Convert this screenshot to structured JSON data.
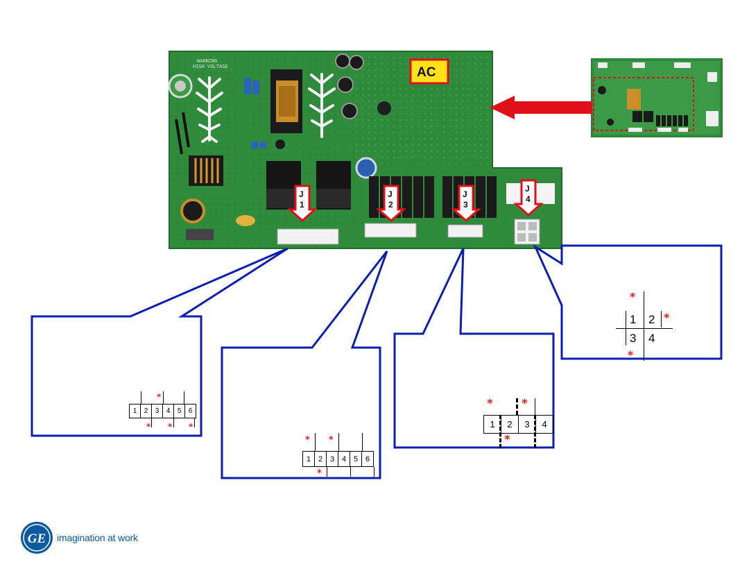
{
  "board": {
    "warning_label": [
      "WARNING",
      "HIGH VOLTAGE"
    ],
    "ac_label": "AC",
    "connectors": [
      {
        "id": "j1",
        "label": [
          "J",
          "1"
        ]
      },
      {
        "id": "j2",
        "label": [
          "J",
          "2"
        ]
      },
      {
        "id": "j3",
        "label": [
          "J",
          "3"
        ]
      },
      {
        "id": "j4",
        "label": [
          "J",
          "4"
        ]
      }
    ]
  },
  "pinouts": {
    "j1": {
      "pins": [
        "1",
        "2",
        "3",
        "4",
        "5",
        "6"
      ],
      "star": "*"
    },
    "j2": {
      "pins": [
        "1",
        "2",
        "3",
        "4",
        "5",
        "6"
      ],
      "star": "*"
    },
    "j3": {
      "pins": [
        "1",
        "2",
        "3",
        "4"
      ],
      "star": "*"
    },
    "j4": {
      "pins": [
        "1",
        "2",
        "3",
        "4"
      ],
      "star": "*"
    }
  },
  "footer": {
    "logo_text": "GE",
    "tagline": "imagination at work"
  },
  "colors": {
    "board_green": "#2f8a3c",
    "callout_blue": "#0a1eb0",
    "arrow_red": "#e0101a",
    "star_red": "#e0201c",
    "ac_yellow": "#ffe21a",
    "logo_blue": "#0a5aa0"
  }
}
